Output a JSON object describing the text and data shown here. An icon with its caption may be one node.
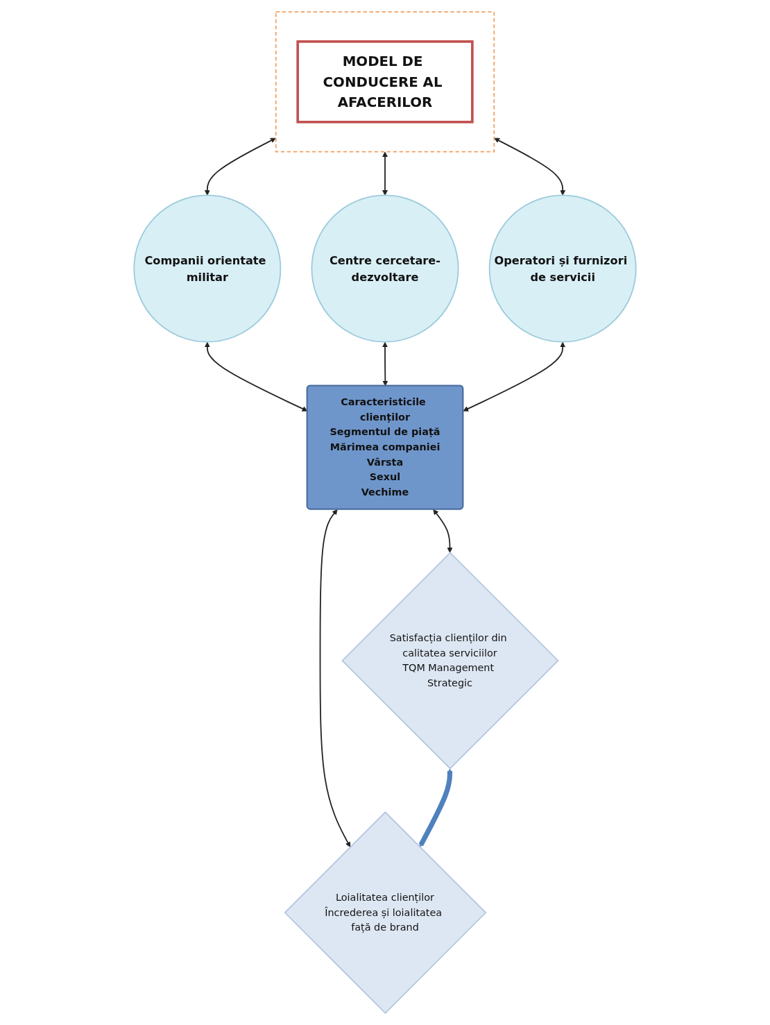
{
  "diagram": {
    "nodes": [
      {
        "text": [],
        "shape": "box"
      },
      {
        "text": [
          "MODEL DE CONDUCERE AL AFACERILOR"
        ],
        "in": 0
      },
      {
        "text": [
          "Companii orientate militar"
        ]
      },
      {
        "text": [
          "Centre cercetare-dezvoltare"
        ]
      },
      {
        "text": [
          "Operatori și furnizori de servicii"
        ]
      },
      {
        "text": [
          "Caracteristicile clienților",
          "Segmentul de piață",
          "Mărimea companiei",
          "Vârsta",
          "Sexul",
          "Vechime"
        ]
      },
      {
        "text": [
          "Satisfacția clienților din calitatea serviciilor",
          "TQM Management Strategic"
        ]
      },
      {
        "text": [
          "Loialitatea clienților",
          "Încrederea și loialitatea față de brand"
        ]
      }
    ],
    "edges": [
      {
        "from": 0,
        "to": 2,
        "arrow": "both"
      },
      {
        "from": 0,
        "to": 3,
        "arrow": "both"
      },
      {
        "from": 0,
        "to": 4,
        "arrow": "both"
      },
      {
        "from": 2,
        "to": 5,
        "arrow": "both"
      },
      {
        "from": 3,
        "to": 5,
        "arrow": "both"
      },
      {
        "from": 4,
        "to": 5,
        "arrow": "both"
      },
      {
        "from": 5,
        "to": 6,
        "arrow": "both"
      },
      {
        "from": 5,
        "to": 7,
        "arrow": "both"
      },
      {
        "from": 6,
        "to": 7,
        "arrow": "both",
        "style": "thick",
        "color": "#4f81bd"
      }
    ]
  }
}
